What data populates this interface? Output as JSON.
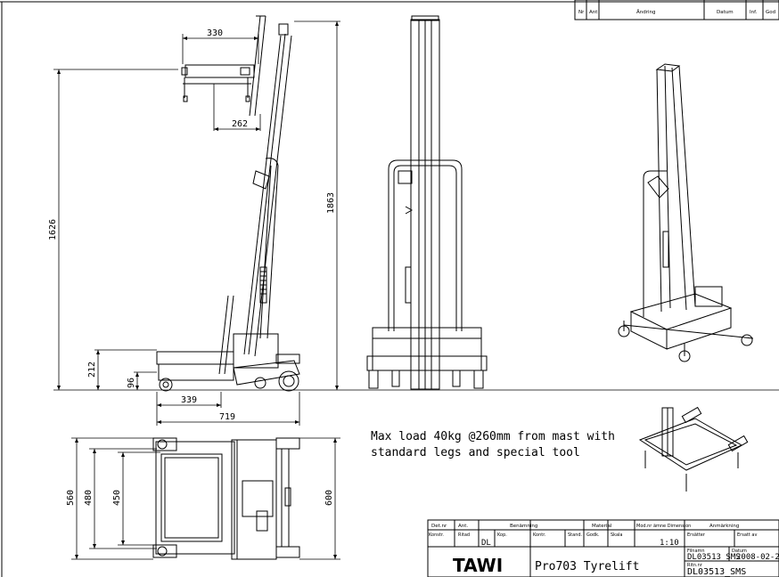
{
  "revision_table": {
    "headers": [
      "Nr",
      "Ant",
      "Ändring",
      "Datum",
      "Inf.",
      "God"
    ]
  },
  "dimensions": {
    "top_depth": "330",
    "top_offset": "262",
    "lower_height": "1626",
    "mast_height": "1863",
    "base_height": "212",
    "foot_height": "96",
    "base_depth": "339",
    "total_depth": "719",
    "width_outer": "560",
    "width_mid": "480",
    "width_inner": "450",
    "width_total": "600"
  },
  "note": {
    "line1": "Max load 40kg @260mm from mast with",
    "line2": "standard legs and special tool"
  },
  "title_block": {
    "h_detnr": "Det.nr",
    "h_ant": "Ant.",
    "h_benamning": "Benämning",
    "h_material": "Material",
    "h_dimension": "Mod.nr ämne Dimension",
    "h_anmarkning": "Anmärkning",
    "l_konstr": "Konstr.",
    "l_ritad": "Ritad",
    "v_ritad": "DL",
    "l_kop": "Kop.",
    "l_kontr": "Kontr.",
    "l_stand": "Stand.",
    "l_godk": "Godk.",
    "l_skala": "Skala",
    "v_skala": "1:10",
    "l_ersatter": "Ersätter",
    "l_ersatt_av": "Ersatt av",
    "company": "TAWI",
    "title": "Pro703 Tyrelift",
    "l_filnamn": "Filnamn",
    "v_filnamn": "DL03513_SMS",
    "l_datum": "Datum",
    "v_datum": "2008-02-2",
    "l_ritnr": "Ritn.nr",
    "v_ritnr": "DL03513_SMS"
  }
}
